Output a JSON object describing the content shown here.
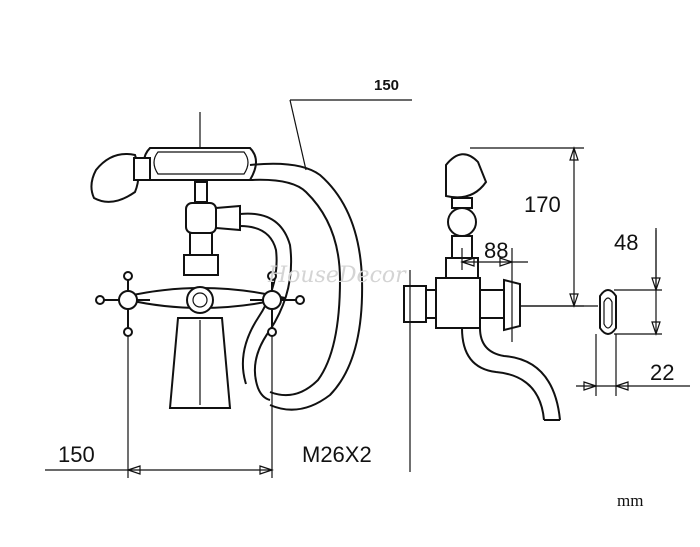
{
  "dimensions": {
    "hose_length": "150",
    "height_170": "170",
    "offset_88": "88",
    "width_150": "150",
    "thread": "M26X2",
    "connector_48": "48",
    "connector_22": "22"
  },
  "watermark": "HouseDecor",
  "unit": "mm"
}
